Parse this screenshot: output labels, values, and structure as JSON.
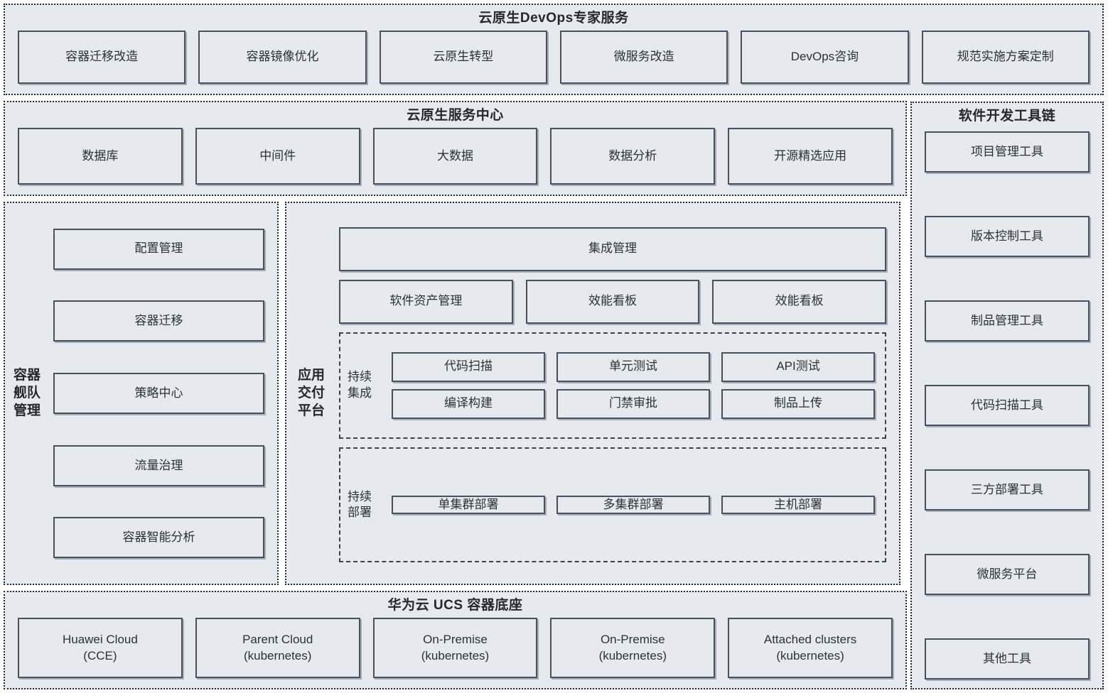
{
  "colors": {
    "panel_fill": "#e6eaee",
    "box_border": "#49525c",
    "dotted_border": "#24282d",
    "text": "#2b3138",
    "page_background": "#ffffff"
  },
  "expert_services": {
    "title": "云原生DevOps专家服务",
    "items": [
      "容器迁移改造",
      "容器镜像优化",
      "云原生转型",
      "微服务改造",
      "DevOps咨询",
      "规范实施方案定制"
    ]
  },
  "service_center": {
    "title": "云原生服务中心",
    "items": [
      "数据库",
      "中间件",
      "大数据",
      "数据分析",
      "开源精选应用"
    ]
  },
  "toolchain": {
    "title": "软件开发工具链",
    "items": [
      "项目管理工具",
      "版本控制工具",
      "制品管理工具",
      "代码扫描工具",
      "三方部署工具",
      "微服务平台",
      "其他工具"
    ]
  },
  "fleet_management": {
    "label": "容器\n舰队\n管理",
    "items": [
      "配置管理",
      "容器迁移",
      "策略中心",
      "流量治理",
      "容器智能分析"
    ]
  },
  "delivery_platform": {
    "label": "应用\n交付\n平台",
    "integration_management": "集成管理",
    "tools": [
      "软件资产管理",
      "效能看板",
      "效能看板"
    ],
    "continuous_integration": {
      "label": "持续\n集成",
      "row1": [
        "代码扫描",
        "单元测试",
        "API测试"
      ],
      "row2": [
        "编译构建",
        "门禁审批",
        "制品上传"
      ]
    },
    "continuous_deployment": {
      "label": "持续\n部署",
      "items": [
        "单集群部署",
        "多集群部署",
        "主机部署"
      ]
    }
  },
  "ucs_base": {
    "title": "华为云 UCS 容器底座",
    "items": [
      "Huawei Cloud\n(CCE)",
      "Parent Cloud\n(kubernetes)",
      "On-Premise\n(kubernetes)",
      "On-Premise\n(kubernetes)",
      "Attached clusters\n(kubernetes)"
    ]
  }
}
